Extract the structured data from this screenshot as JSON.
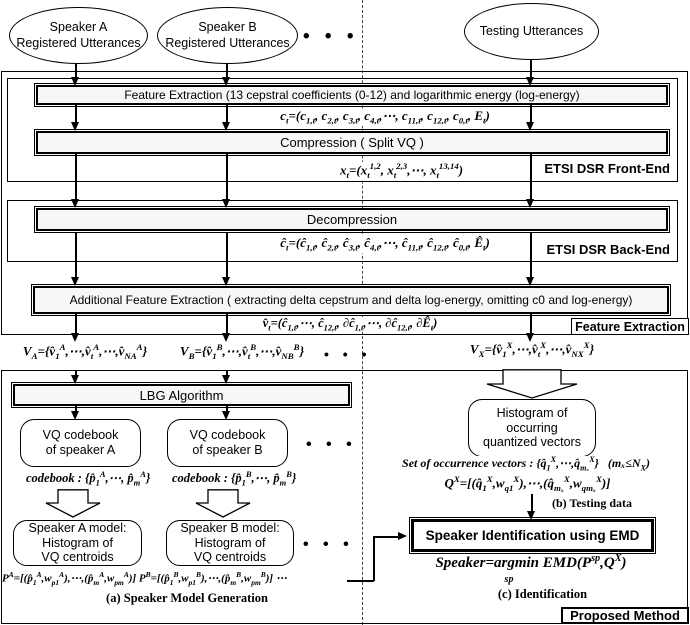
{
  "ellipses": {
    "speaker_a": "Speaker A\nRegistered Utterances",
    "speaker_b": "Speaker B\nRegistered Utterances",
    "testing": "Testing Utterances"
  },
  "dots": "• • •",
  "frontend": {
    "label": "ETSI DSR Front-End",
    "feature_extraction": "Feature Extraction (13 cepstral coefficients (0-12) and logarithmic energy (log-energy)",
    "compression": "Compression ( Split VQ )"
  },
  "backend": {
    "label": "ETSI DSR Back-End",
    "decompression": "Decompression"
  },
  "additional_fe": "Additional Feature Extraction ( extracting delta cepstrum and delta log-energy,  omitting c0 and log-energy)",
  "region_labels": {
    "feature_extraction": "Feature Extraction",
    "proposed_method": "Proposed Method"
  },
  "lbg": "LBG Algorithm",
  "codebook_a": "VQ codebook\nof speaker A",
  "codebook_b": "VQ codebook\nof speaker B",
  "model_a": "Speaker A model:\nHistogram of\nVQ centroids",
  "model_b": "Speaker B model:\nHistogram of\nVQ centroids",
  "histogram": "Histogram of\noccurring\nquantized vectors",
  "emd": "Speaker Identification using EMD",
  "captions": {
    "a": "(a) Speaker Model Generation",
    "b": "(b) Testing data",
    "c": "(c) Identification"
  },
  "formulas": {
    "ct": "c_{t}=(c_{1,t}, c_{2,t}, c_{3,t}, c_{4,t},⋯, c_{11,t}, c_{12,t}, c_{0,t}, E_{t})",
    "xt": "x_{t}=(x_{t}^{1,2}, x_{t}^{2,3},⋯, x_{t}^{13,14})",
    "ct_hat": "ĉ_{t}=(ĉ_{1,t}, ĉ_{2,t}, ĉ_{3,t}, ĉ_{4,t},⋯, ĉ_{11,t}, ĉ_{12,t}, ĉ_{0,t}, Ê_{t})",
    "vt": "v̂_{t}=(ĉ_{1,t},⋯, ĉ_{12,t}, ∂ĉ_{1,t},⋯, ∂ĉ_{12,t}, ∂Ê_{t})",
    "VA": "V_{A}={v̂_{1}^{A},⋯,v̂_{t}^{A},⋯,v̂_{NA}^{A}}",
    "VB": "V_{B}={v̂_{1}^{B},⋯,v̂_{t}^{B},⋯,v̂_{NB}^{B}}",
    "VX": "V_{X}={v̂_{1}^{X},⋯,v̂_{t}^{X},⋯,v̂_{NX}^{X}}",
    "cbA": "codebook : {p̂_{1}^{A},⋯, p̂_{m}^{A}}",
    "cbB": "codebook : {p̂_{1}^{B},⋯, p̂_{m}^{B}}",
    "occ": "Set of occurrence vectors : {q̂_{1}^{X},⋯,q̂_{mₓ}^{X}}   (mₓ≤N_{X})",
    "QX": "Q^{X}=[(q̂_{1}^{X},w_{q1}^{X}),⋯,(q̂_{mₓ}^{X},w_{qmₓ}^{X})]",
    "P": "P^{A}=[(p̂_{1}^{A},w_{p1}^{A}),⋯,(p̂_{m}^{A},w_{pm}^{A})] P^{B}=[(p̂_{1}^{B},w_{p1}^{B}),⋯,(p̂_{m}^{B},w_{pm}^{B})] ⋯",
    "speaker": "Speaker=argmin EMD(P^{sp},Q^{X})",
    "sp": "sp"
  }
}
